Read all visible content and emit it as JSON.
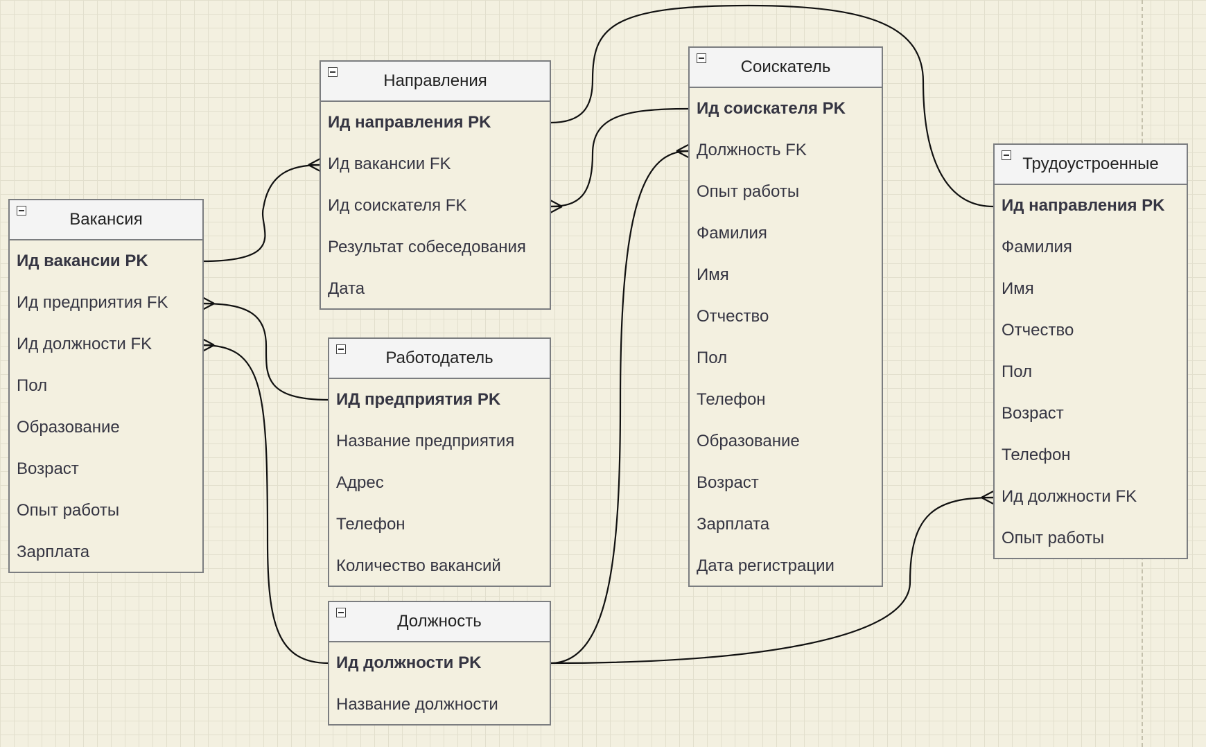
{
  "entities": {
    "vacancy": {
      "title": "Вакансия",
      "fields": [
        "Ид вакансии PK",
        "Ид предприятия FK",
        "Ид должности FK",
        "Пол",
        "Образование",
        "Возраст",
        "Опыт работы",
        "Зарплата"
      ]
    },
    "directions": {
      "title": "Направления",
      "fields": [
        "Ид направления PK",
        "Ид вакансии FK",
        "Ид соискателя FK",
        "Результат собеседования",
        "Дата"
      ]
    },
    "employer": {
      "title": "Работодатель",
      "fields": [
        "ИД предприятия  PK",
        "Название предприятия",
        "Адрес",
        "Телефон",
        "Количество вакансий"
      ]
    },
    "position": {
      "title": "Должность",
      "fields": [
        "Ид должности PK",
        "Название должности"
      ]
    },
    "applicant": {
      "title": "Соискатель",
      "fields": [
        "Ид соискателя PK",
        "Должность FK",
        "Опыт работы",
        "Фамилия",
        "Имя",
        "Отчество",
        "Пол",
        "Телефон",
        "Образование",
        "Возраст",
        "Зарплата",
        "Дата регистрации"
      ]
    },
    "employed": {
      "title": "Трудоустроенные",
      "fields": [
        "Ид направления PK",
        "Фамилия",
        "Имя",
        "Отчество",
        "Пол",
        "Возраст",
        "Телефон",
        "Ид должности FK",
        "Опыт работы"
      ]
    }
  },
  "relations": [
    {
      "from": "vacancy.Ид вакансии PK",
      "to": "directions.Ид вакансии FK",
      "cardinality": "one-to-many"
    },
    {
      "from": "employer.ИД предприятия  PK",
      "to": "vacancy.Ид предприятия FK",
      "cardinality": "one-to-many"
    },
    {
      "from": "position.Ид должности PK",
      "to": "vacancy.Ид должности FK",
      "cardinality": "one-to-many"
    },
    {
      "from": "applicant.Ид соискателя PK",
      "to": "directions.Ид соискателя FK",
      "cardinality": "one-to-many"
    },
    {
      "from": "position.Ид должности PK",
      "to": "applicant.Должность FK",
      "cardinality": "one-to-many"
    },
    {
      "from": "position.Ид должности PK",
      "to": "employed.Ид должности FK",
      "cardinality": "one-to-many"
    },
    {
      "from": "directions.Ид направления PK",
      "to": "employed.Ид направления PK",
      "cardinality": "one-to-one"
    }
  ]
}
